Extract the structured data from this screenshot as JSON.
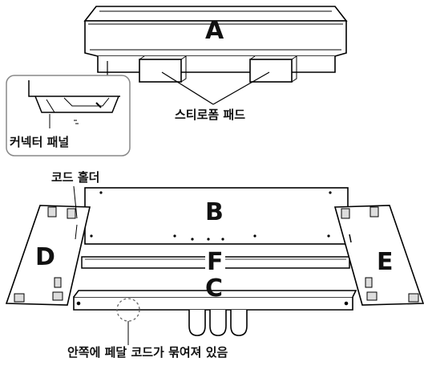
{
  "parts": {
    "a": "A",
    "b": "B",
    "c": "C",
    "d": "D",
    "e": "E",
    "f": "F"
  },
  "labels": {
    "styrofoam_pads": "스티로폼 패드",
    "connector_panel": "커넥터 패널",
    "cord_holder": "코드 홀더",
    "pedal_cord_note": "안쪽에 페달 코드가 묶여져 있음"
  }
}
